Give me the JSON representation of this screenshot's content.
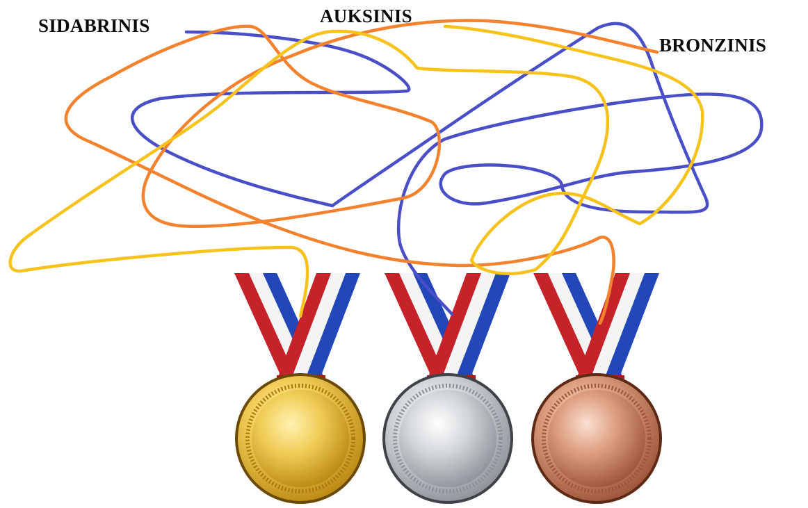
{
  "labels": {
    "silver": "SIDABRINIS",
    "gold": "AUKSINIS",
    "bronze": "BRONZINIS"
  },
  "line_colors": {
    "blue": "#4a4fc7",
    "orange": "#f3822f",
    "yellow": "#f6c21c"
  },
  "medal_colors": {
    "gold": "#e6b93a",
    "silver": "#c4c8cc",
    "bronze": "#d08e6f"
  },
  "ribbon_colors": {
    "red": "#c5222a",
    "white": "#f4f4f4",
    "blue": "#2147b8"
  }
}
